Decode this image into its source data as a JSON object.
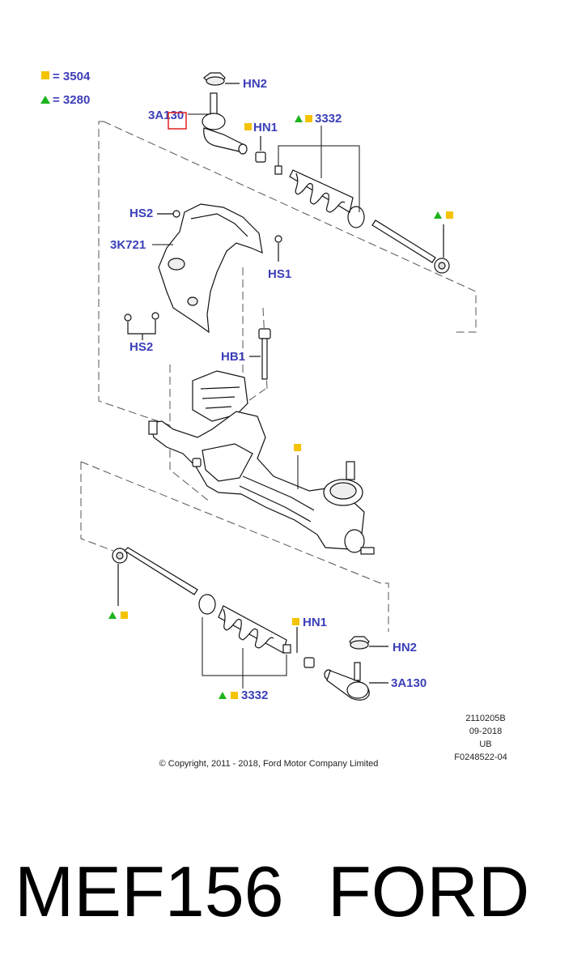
{
  "colors": {
    "label": "#3b3fb8",
    "square": "#f5c200",
    "triangle": "#1db31d",
    "highlight": "#e02020",
    "part_stroke": "#111111",
    "dash": "#555555"
  },
  "legend": {
    "square_text": "= 3504",
    "triangle_text": "= 3280"
  },
  "labels": {
    "hn2_top": "HN2",
    "a130_top": "3A130",
    "hn1_top": "HN1",
    "b3332_top": "3332",
    "hs2_top": "HS2",
    "k721": "3K721",
    "hs1": "HS1",
    "hs2_bottom": "HS2",
    "hb1": "HB1",
    "hn1_bottom": "HN1",
    "hn2_bottom": "HN2",
    "a130_bottom": "3A130",
    "b3332_bottom": "3332"
  },
  "meta": {
    "line1": "2110205B",
    "line2": "09-2018",
    "line3": "UB",
    "line4": "F0248522-04",
    "copyright": "© Copyright, 2011 - 2018, Ford Motor Company Limited"
  },
  "caption": {
    "left": "MEF156",
    "right": "FORD"
  }
}
